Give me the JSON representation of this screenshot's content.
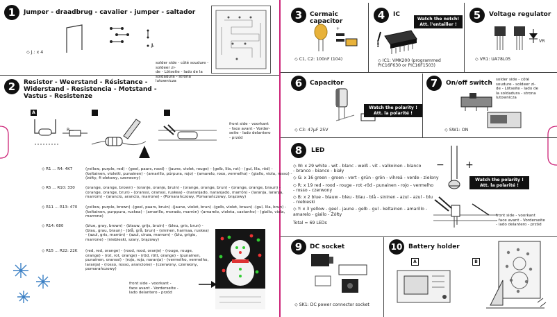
{
  "s1": {
    "num": "1",
    "title": "Jumper - draadbrug - cavalier - jumper - saltador",
    "qty": "◇ J.: x 4",
    "j_label": "J.",
    "solder": "solder side - côté soudure - soldeer zi-\nde - Lötseite - lado de la soldadura - strona lutownicza"
  },
  "s2": {
    "num": "2",
    "title": "Resistor - Weerstand - Résistance -\nWiderstand - Resistencia - Motstand -\nVastus - Resistenze",
    "tag_a": "A",
    "r_label": "R...",
    "front": "front side - voorkant\n- face avant - Vorder-\nseite - lado delantero\n- przód",
    "rows": [
      {
        "lbl": "◇ R1 ... R4: 4K7",
        "val": "(yellow, purple, red) - (geel, paars, rood) - (jaune, violet, rouge) - (gelb, lila, rot) - (gul, lila, röd) - (keltainen, violetti, punainen) - (amarillo, púrpura, rojo) - (amarelo, roxo, vermelho) - (giallo, viola, rosso) - (żółty, fi oletowy, czerwony)"
      },
      {
        "lbl": "◇ R5 ... R10: 330",
        "val": "(orange, orange, brown) - (oranje, oranje, bruin) - (orange, orange, brun) - (orange, orange, braun) - (orange, orange, brun) - (oranssi, oranssi, ruskea) - (naranjado, naranjado, marrón) - (laranja, laranja, marrom) - (arancio, arancio, marrone) - (Pomarańczowy, Pomarańczowy, brązowy)"
      },
      {
        "lbl": "◇ R11 ... R13: 470",
        "val": "(yellow, purple, brown) -(geel, paars, bruin) -(jaune, violet, brun) -(gelb, violet, braun) -(gul, lila, brun) -(keltainen, purppura, ruskea) - (amarillo, morado, marrón) -(amarelo, violeta, castanho) - (giallo, viola, marrone)"
      },
      {
        "lbl": "◇ R14: 680",
        "val": "(blue, gray, brown) - (blauw, grijs, bruin) - (bleu, gris, brun) - (blau, grau, braun) - (blå, grå, brun) - (sininen, harmaa, ruskea) - (azul, gris, marrón) - (azul, cinza, marrom) - (blu, grigio, marrone) - (niebieski, szary, brązowy)"
      },
      {
        "lbl": "◇ R15 ... R22: 22K",
        "val": "(red, red, orange) - (rood, rood, oranje) - (rouge, rouge, orange) - (rot, rot, orange) - (röd, rött, orange) - (punainen, punainen, oranssi) - (rojo, rojo, naranja) - (vermelho, vermelho, laranja) - (rosso, rosso, arancione) - (czerwony, czerwony, pomarańczowy)"
      }
    ],
    "front2": "front side - voorkant -\nface avant - Vorderseite -\nlado delantero - przód"
  },
  "s3": {
    "num": "3",
    "title": "Cermaic capacitor",
    "plus": "+",
    "qty": "◇ C1, C2: 100nF (104)"
  },
  "s4": {
    "num": "4",
    "title": "IC",
    "warn": "Watch the notch!\nAtt. l'entailler !",
    "qty": "◇ IC1: VMK200 (programmed\nPIC16F630 or PIC16F1503)"
  },
  "s5": {
    "num": "5",
    "title": "Voltage regulator",
    "vr": "VR",
    "qty": "◇ VR1: UA78L05"
  },
  "s6": {
    "num": "6",
    "title": "Capacitor",
    "warn": "Watch the polarity !\nAtt. la polarité !",
    "qty": "◇ C3: 47µF 25V"
  },
  "s7": {
    "num": "7",
    "title": "On/off switch",
    "solder": "solder side - côté\nsoudure - soldeer zi-\nde - Lötseite - lado de\nla soldadura - strona\nlutownicza",
    "qty": "◇ SW1: ON"
  },
  "s8": {
    "num": "8",
    "title": "LED",
    "minus": "−",
    "plus": "+",
    "lines": [
      "◇ W: x 29 white - wit - blanc - weiß - vit - valkoinen - blanco\n    - branco - bianco - biały",
      "◇ G: x 16 green - groen - vert - grün - grön - vihreä - verde - zielony",
      "◇ R: x 19 red - rood - rouge - rot -röd - punainen - rojo - vermelho\n    - rosso - czerwony",
      "◇ B: x 2 blue - blauw - bleu - blau - blå - sininen - azul - azul - blu\n    - niebieski",
      "◇ Y: x 3 yellow - geel - jaune - gelb - gul - keltainen - amarillo -\n    amarelo - giallo - Żółty"
    ],
    "total": "Total = 69 LEDs",
    "warn": "Watch the polarity !\nAtt. la polarité !",
    "front": "front side - voorkant\n- face avant - Vorderseite\n- lado delantero - przód"
  },
  "s9": {
    "num": "9",
    "title": "DC socket",
    "qty": "◇ SK1: DC power connector socket"
  },
  "s10": {
    "num": "10",
    "title": "Battery holder",
    "tag_a": "A",
    "tag_b": "B"
  },
  "colors": {
    "accent": "#cc2277",
    "snow": "#3a7fc4"
  }
}
